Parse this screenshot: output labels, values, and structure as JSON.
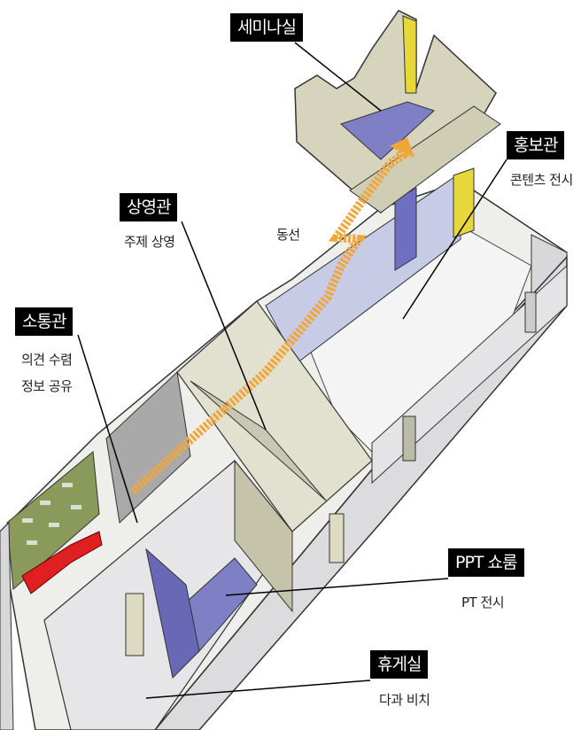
{
  "colors": {
    "floor_purple": "#7f7fc6",
    "path_orange": "#f0a63a",
    "wall_beige": "#d6d4bc",
    "wall_gray": "#dcdcde",
    "label_bg": "#000000"
  },
  "labels": {
    "seminar": {
      "title": "세미나실"
    },
    "promo": {
      "title": "홍보관",
      "sub": "콘텐츠 전시"
    },
    "screening": {
      "title": "상영관",
      "sub": "주제 상영"
    },
    "path": {
      "title": "동선"
    },
    "communication": {
      "title": "소통관",
      "sub1": "의견 수렴",
      "sub2": "정보 공유"
    },
    "ppt": {
      "title": "PPT 쇼룸",
      "sub": "PT 전시"
    },
    "lounge": {
      "title": "휴게실",
      "sub": "다과 비치"
    }
  }
}
